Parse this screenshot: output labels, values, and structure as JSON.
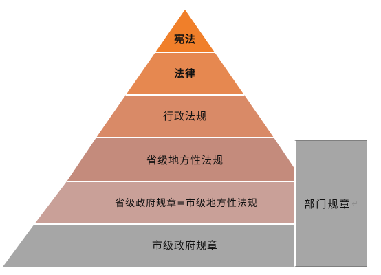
{
  "pyramid": {
    "tiers": [
      {
        "label": "宪法",
        "color": "#f07f2a"
      },
      {
        "label": "法律",
        "color": "#e68850"
      },
      {
        "label": "行政法规",
        "color": "#d98a67"
      },
      {
        "label": "省级地方性法规",
        "color": "#c48b7c"
      },
      {
        "label": "省级政府规章=市级地方性法规",
        "color": "#c9a098"
      },
      {
        "label": "市级政府规章",
        "color": "#a6a6a6"
      }
    ]
  },
  "side_box": {
    "label": "部门规章",
    "color": "#a6a6a6",
    "return_mark": "↵"
  }
}
